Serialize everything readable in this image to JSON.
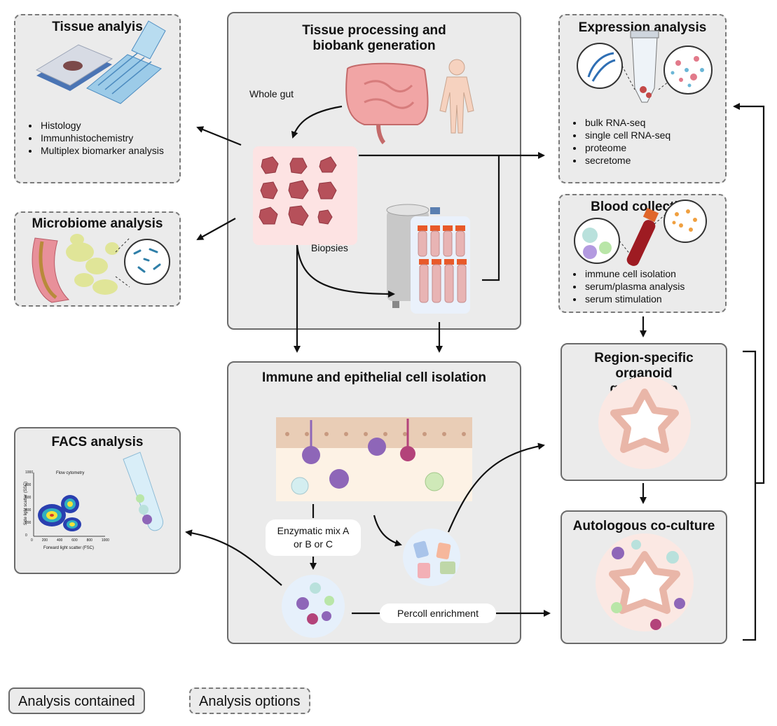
{
  "boxes": {
    "tissue_analysis": {
      "title": "Tissue analyis",
      "items": [
        "Histology",
        "Immunhistochemistry",
        "Multiplex biomarker analysis"
      ]
    },
    "microbiome": {
      "title": "Microbiome analysis"
    },
    "processing": {
      "title": "Tissue processing and biobank generation"
    },
    "expression": {
      "title": "Expression analysis",
      "items": [
        "bulk RNA-seq",
        "single cell RNA-seq",
        "proteome",
        "secretome"
      ]
    },
    "blood": {
      "title": "Blood collection",
      "items": [
        "immune cell isolation",
        "serum/plasma analysis",
        "serum stimulation"
      ]
    },
    "isolation": {
      "title": "Immune and epithelial cell isolation"
    },
    "facs": {
      "title": "FACS analysis"
    },
    "organoid": {
      "title": "Region-specific organoid generation"
    },
    "coculture": {
      "title": "Autologous co-culture"
    }
  },
  "labels": {
    "whole_gut": "Whole gut",
    "biopsies": "Biopsies",
    "enzymatic": "Enzymatic mix A or B or C",
    "percoll": "Percoll enrichment"
  },
  "facs_plot": {
    "title": "Flow cytometry",
    "xlabel": "Forward light scatter (FSC)",
    "ylabel": "Side light scatter (SSC)",
    "xticks": [
      "0",
      "200",
      "400",
      "600",
      "800",
      "1000"
    ],
    "yticks": [
      "0",
      "200",
      "400",
      "600",
      "800",
      "1000"
    ]
  },
  "legend": {
    "contained": "Analysis contained",
    "options": "Analysis options"
  },
  "colors": {
    "box_fill": "#ebebeb",
    "border": "#6b6b6b",
    "tissue": "#b6505a",
    "pink_panel": "#fde3e3",
    "cell_purple": "#8e66b8",
    "cell_magenta": "#b3437a"
  }
}
